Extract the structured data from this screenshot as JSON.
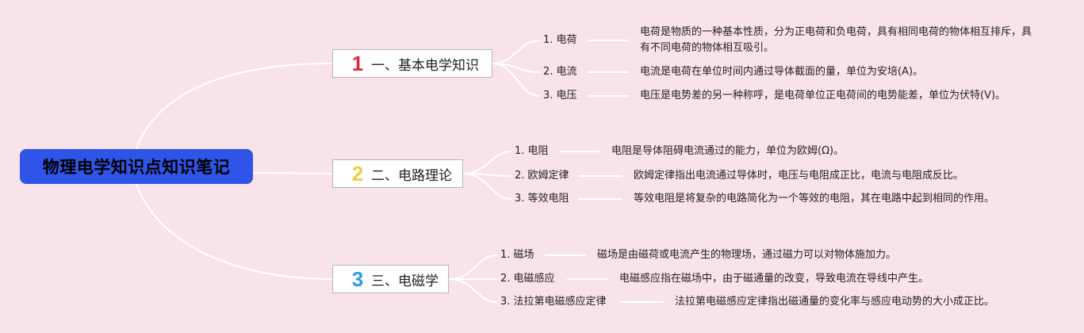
{
  "mindmap": {
    "root": "物理电学知识点知识笔记",
    "colors": {
      "root_fill": "#2f55e8",
      "line": "#ffffff",
      "background": "#f9e3ea"
    },
    "branches": [
      {
        "number": "1",
        "number_color": "#e0253a",
        "title": "一、基本电学知识",
        "items": [
          {
            "label": "1. 电荷",
            "desc": "电荷是物质的一种基本性质，分为正电荷和负电荷，具有相同电荷的物体相互排斥，具有不同电荷的物体相互吸引。"
          },
          {
            "label": "2. 电流",
            "desc": "电流是电荷在单位时间内通过导体截面的量，单位为安培(A)。"
          },
          {
            "label": "3. 电压",
            "desc": "电压是电势差的另一种称呼，是电荷单位正电荷间的电势能差，单位为伏特(V)。"
          }
        ]
      },
      {
        "number": "2",
        "number_color": "#f2cc3d",
        "title": "二、电路理论",
        "items": [
          {
            "label": "1. 电阻",
            "desc": "电阻是导体阻碍电流通过的能力，单位为欧姆(Ω)。"
          },
          {
            "label": "2. 欧姆定律",
            "desc": "欧姆定律指出电流通过导体时，电压与电阻成正比，电流与电阻成反比。"
          },
          {
            "label": "3. 等效电阻",
            "desc": "等效电阻是将复杂的电路简化为一个等效的电阻，其在电路中起到相同的作用。"
          }
        ]
      },
      {
        "number": "3",
        "number_color": "#2a9ee0",
        "title": "三、电磁学",
        "items": [
          {
            "label": "1. 磁场",
            "desc": "磁场是由磁荷或电流产生的物理场，通过磁力可以对物体施加力。"
          },
          {
            "label": "2. 电磁感应",
            "desc": "电磁感应指在磁场中，由于磁通量的改变，导致电流在导线中产生。"
          },
          {
            "label": "3. 法拉第电磁感应定律",
            "desc": "法拉第电磁感应定律指出磁通量的变化率与感应电动势的大小成正比。"
          }
        ]
      }
    ]
  }
}
